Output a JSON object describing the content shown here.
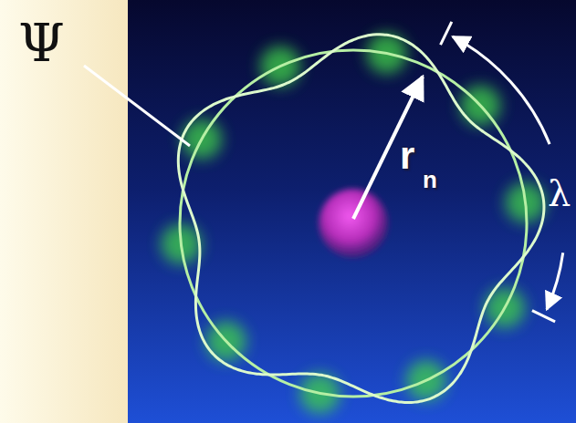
{
  "diagram": {
    "labels": [
      "Ψ",
      "r",
      "n",
      "λ"
    ]
  }
}
